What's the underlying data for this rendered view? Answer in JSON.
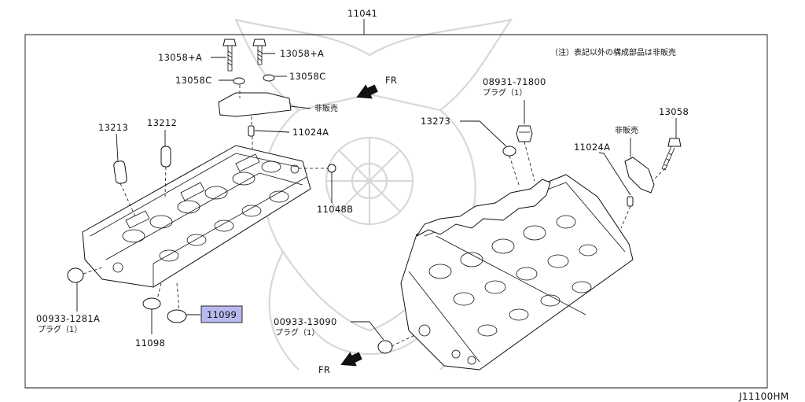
{
  "diagram": {
    "main_part_number": "11041",
    "footer_code": "J11100HM",
    "note": "（注）表記以外の構成部品は非販売",
    "direction_label": "FR",
    "not_sold_label": "非販売",
    "highlight_color": "#b9b9f0",
    "labels": {
      "bolt_a_left": "13058+A",
      "bolt_a_right": "13058+A",
      "washer_c_left": "13058C",
      "washer_c_right": "13058C",
      "not_sold_top": "非販売",
      "pin_11024a_top": "11024A",
      "guide_13213": "13213",
      "guide_13212": "13212",
      "dowel_11048b": "11048B",
      "plug_00933_1281a": "00933-1281A",
      "plug_00933_1281a_sub": "プラグ（1）",
      "seal_11098": "11098",
      "seal_11099": "11099",
      "plug_00933_13090": "00933-13090",
      "plug_00933_13090_sub": "プラグ（1）",
      "plug_08931_71800": "08931-71800",
      "plug_08931_71800_sub": "プラグ（1）",
      "gasket_13273": "13273",
      "bolt_13058": "13058",
      "not_sold_right": "非販売",
      "pin_11024a_right": "11024A",
      "fr_top": "FR",
      "fr_bottom": "FR"
    }
  }
}
